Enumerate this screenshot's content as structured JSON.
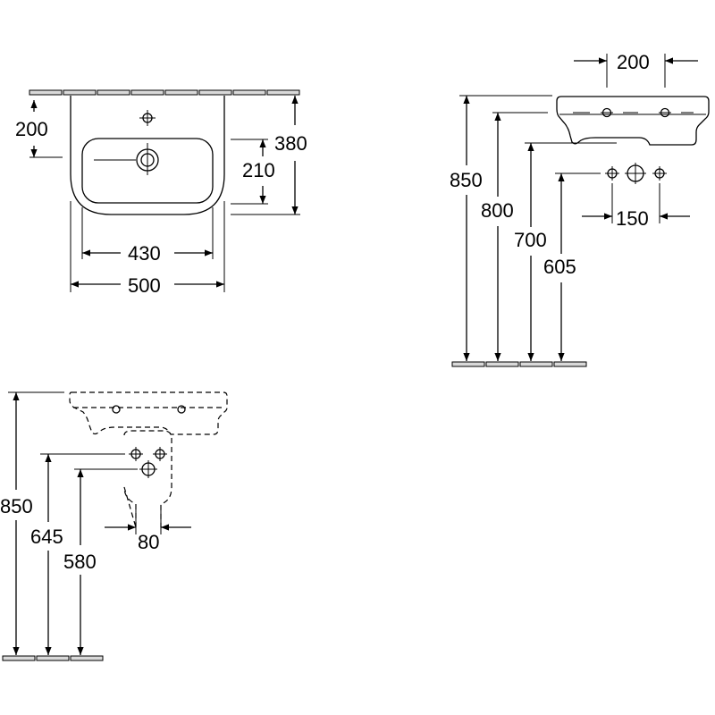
{
  "plan_view": {
    "overflow_depth": "200",
    "bowl_depth": "210",
    "total_depth": "380",
    "inner_width": "430",
    "outer_width": "500"
  },
  "side_view": {
    "tap_spacing": "200",
    "rim_height": "850",
    "overflow_height": "800",
    "underside_height": "700",
    "supply_height": "605",
    "supply_spacing": "150"
  },
  "siphon_view": {
    "rim_height": "850",
    "supply_height": "645",
    "waste_height": "580",
    "siphon_width": "80"
  },
  "colors": {
    "line": "#000000",
    "floor_tile": "#d9d9d9",
    "background": "#ffffff"
  }
}
